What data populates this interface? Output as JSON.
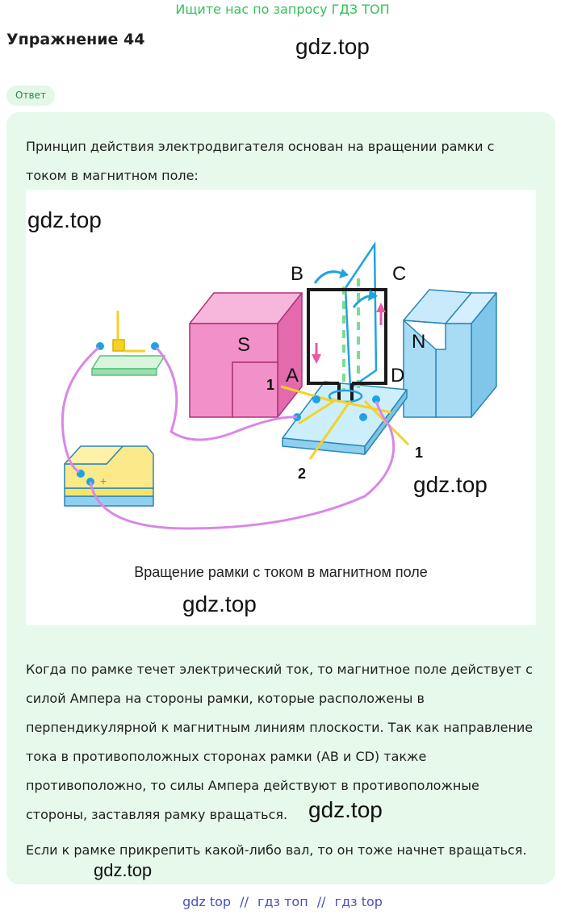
{
  "promo_text": "Ищите нас по запросу ГДЗ ТОП",
  "exercise_title": "Упражнение 44",
  "watermark": "gdz.top",
  "answer_badge": "Ответ",
  "paragraphs": {
    "intro_1": "Принцип действия электродвигателя основан на вращении рамки с",
    "intro_2": "током в магнитном поле:",
    "body": [
      "Когда по рамке течет электрический ток, то магнитное поле действует с",
      "силой Ампера на стороны рамки, которые расположены в",
      "перпендикулярной к магнитным линиям плоскости. Так как направление",
      "тока в противоположных сторонах рамки (AB и CD) также",
      "противоположно, то силы Ампера действуют в противоположные",
      "стороны, заставляя рамку вращаться."
    ],
    "last": "Если к рамке прикрепить какой-либо вал, то он тоже начнет вращаться."
  },
  "figure": {
    "caption": "Вращение рамки с током в магнитном поле",
    "labels": {
      "B": "B",
      "C": "C",
      "A": "A",
      "D": "D",
      "S": "S",
      "N": "N",
      "one": "1",
      "two": "2"
    },
    "colors": {
      "magnet_s": "#f08bc6",
      "magnet_n": "#a8dcf5",
      "frame": "#1a1a1a",
      "wire": "#d987e6",
      "brush": "#f5d226",
      "arrow_rot": "#1fa3e0",
      "current_arrow": "#e85aa6",
      "base": "#bfe8f7"
    }
  },
  "footer": [
    "gdz top",
    "//",
    "гдз топ",
    "//",
    "гдз top"
  ]
}
